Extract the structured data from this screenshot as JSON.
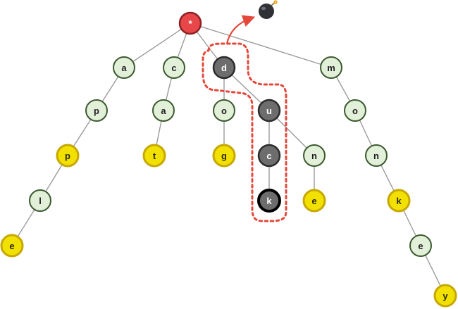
{
  "colors": {
    "root_fill": "#e8474a",
    "root_stroke": "#8f1f22",
    "normal_fill": "#e3f0d9",
    "normal_stroke": "#3a5a2e",
    "end_fill": "#f2e000",
    "end_stroke": "#c6a800",
    "removed_fill": "#6d6d6d",
    "removed_stroke": "#2b2b2b",
    "highlight_dash": "#e3483b",
    "arrow": "#e3483b",
    "bomb_body": "#2f3136"
  },
  "icons": {
    "bomb": "bomb-icon"
  },
  "nodes": [
    {
      "id": "root",
      "label": "*",
      "kind": "root"
    },
    {
      "id": "a1",
      "label": "a",
      "kind": "normal"
    },
    {
      "id": "p1",
      "label": "p",
      "kind": "normal"
    },
    {
      "id": "p2",
      "label": "p",
      "kind": "end"
    },
    {
      "id": "l1",
      "label": "l",
      "kind": "normal"
    },
    {
      "id": "e1",
      "label": "e",
      "kind": "end"
    },
    {
      "id": "c1",
      "label": "c",
      "kind": "normal"
    },
    {
      "id": "a2",
      "label": "a",
      "kind": "normal"
    },
    {
      "id": "t1",
      "label": "t",
      "kind": "end"
    },
    {
      "id": "d1",
      "label": "d",
      "kind": "removed"
    },
    {
      "id": "o1",
      "label": "o",
      "kind": "normal"
    },
    {
      "id": "g1",
      "label": "g",
      "kind": "end"
    },
    {
      "id": "u1",
      "label": "u",
      "kind": "removed"
    },
    {
      "id": "c2",
      "label": "c",
      "kind": "removed"
    },
    {
      "id": "k1",
      "label": "k",
      "kind": "removed-end"
    },
    {
      "id": "n1",
      "label": "n",
      "kind": "normal"
    },
    {
      "id": "e2",
      "label": "e",
      "kind": "end"
    },
    {
      "id": "m1",
      "label": "m",
      "kind": "normal"
    },
    {
      "id": "o2",
      "label": "o",
      "kind": "normal"
    },
    {
      "id": "n2",
      "label": "n",
      "kind": "normal"
    },
    {
      "id": "k2",
      "label": "k",
      "kind": "end"
    },
    {
      "id": "e3",
      "label": "e",
      "kind": "normal"
    },
    {
      "id": "y1",
      "label": "y",
      "kind": "end"
    }
  ],
  "edges": [
    [
      "root",
      "a1"
    ],
    [
      "a1",
      "p1"
    ],
    [
      "p1",
      "p2"
    ],
    [
      "p2",
      "l1"
    ],
    [
      "l1",
      "e1"
    ],
    [
      "root",
      "c1"
    ],
    [
      "c1",
      "a2"
    ],
    [
      "a2",
      "t1"
    ],
    [
      "root",
      "d1"
    ],
    [
      "d1",
      "o1"
    ],
    [
      "o1",
      "g1"
    ],
    [
      "d1",
      "u1"
    ],
    [
      "u1",
      "c2"
    ],
    [
      "c2",
      "k1"
    ],
    [
      "u1",
      "n1"
    ],
    [
      "n1",
      "e2"
    ],
    [
      "root",
      "m1"
    ],
    [
      "m1",
      "o2"
    ],
    [
      "o2",
      "n2"
    ],
    [
      "n2",
      "k2"
    ],
    [
      "k2",
      "e3"
    ],
    [
      "e3",
      "y1"
    ]
  ]
}
